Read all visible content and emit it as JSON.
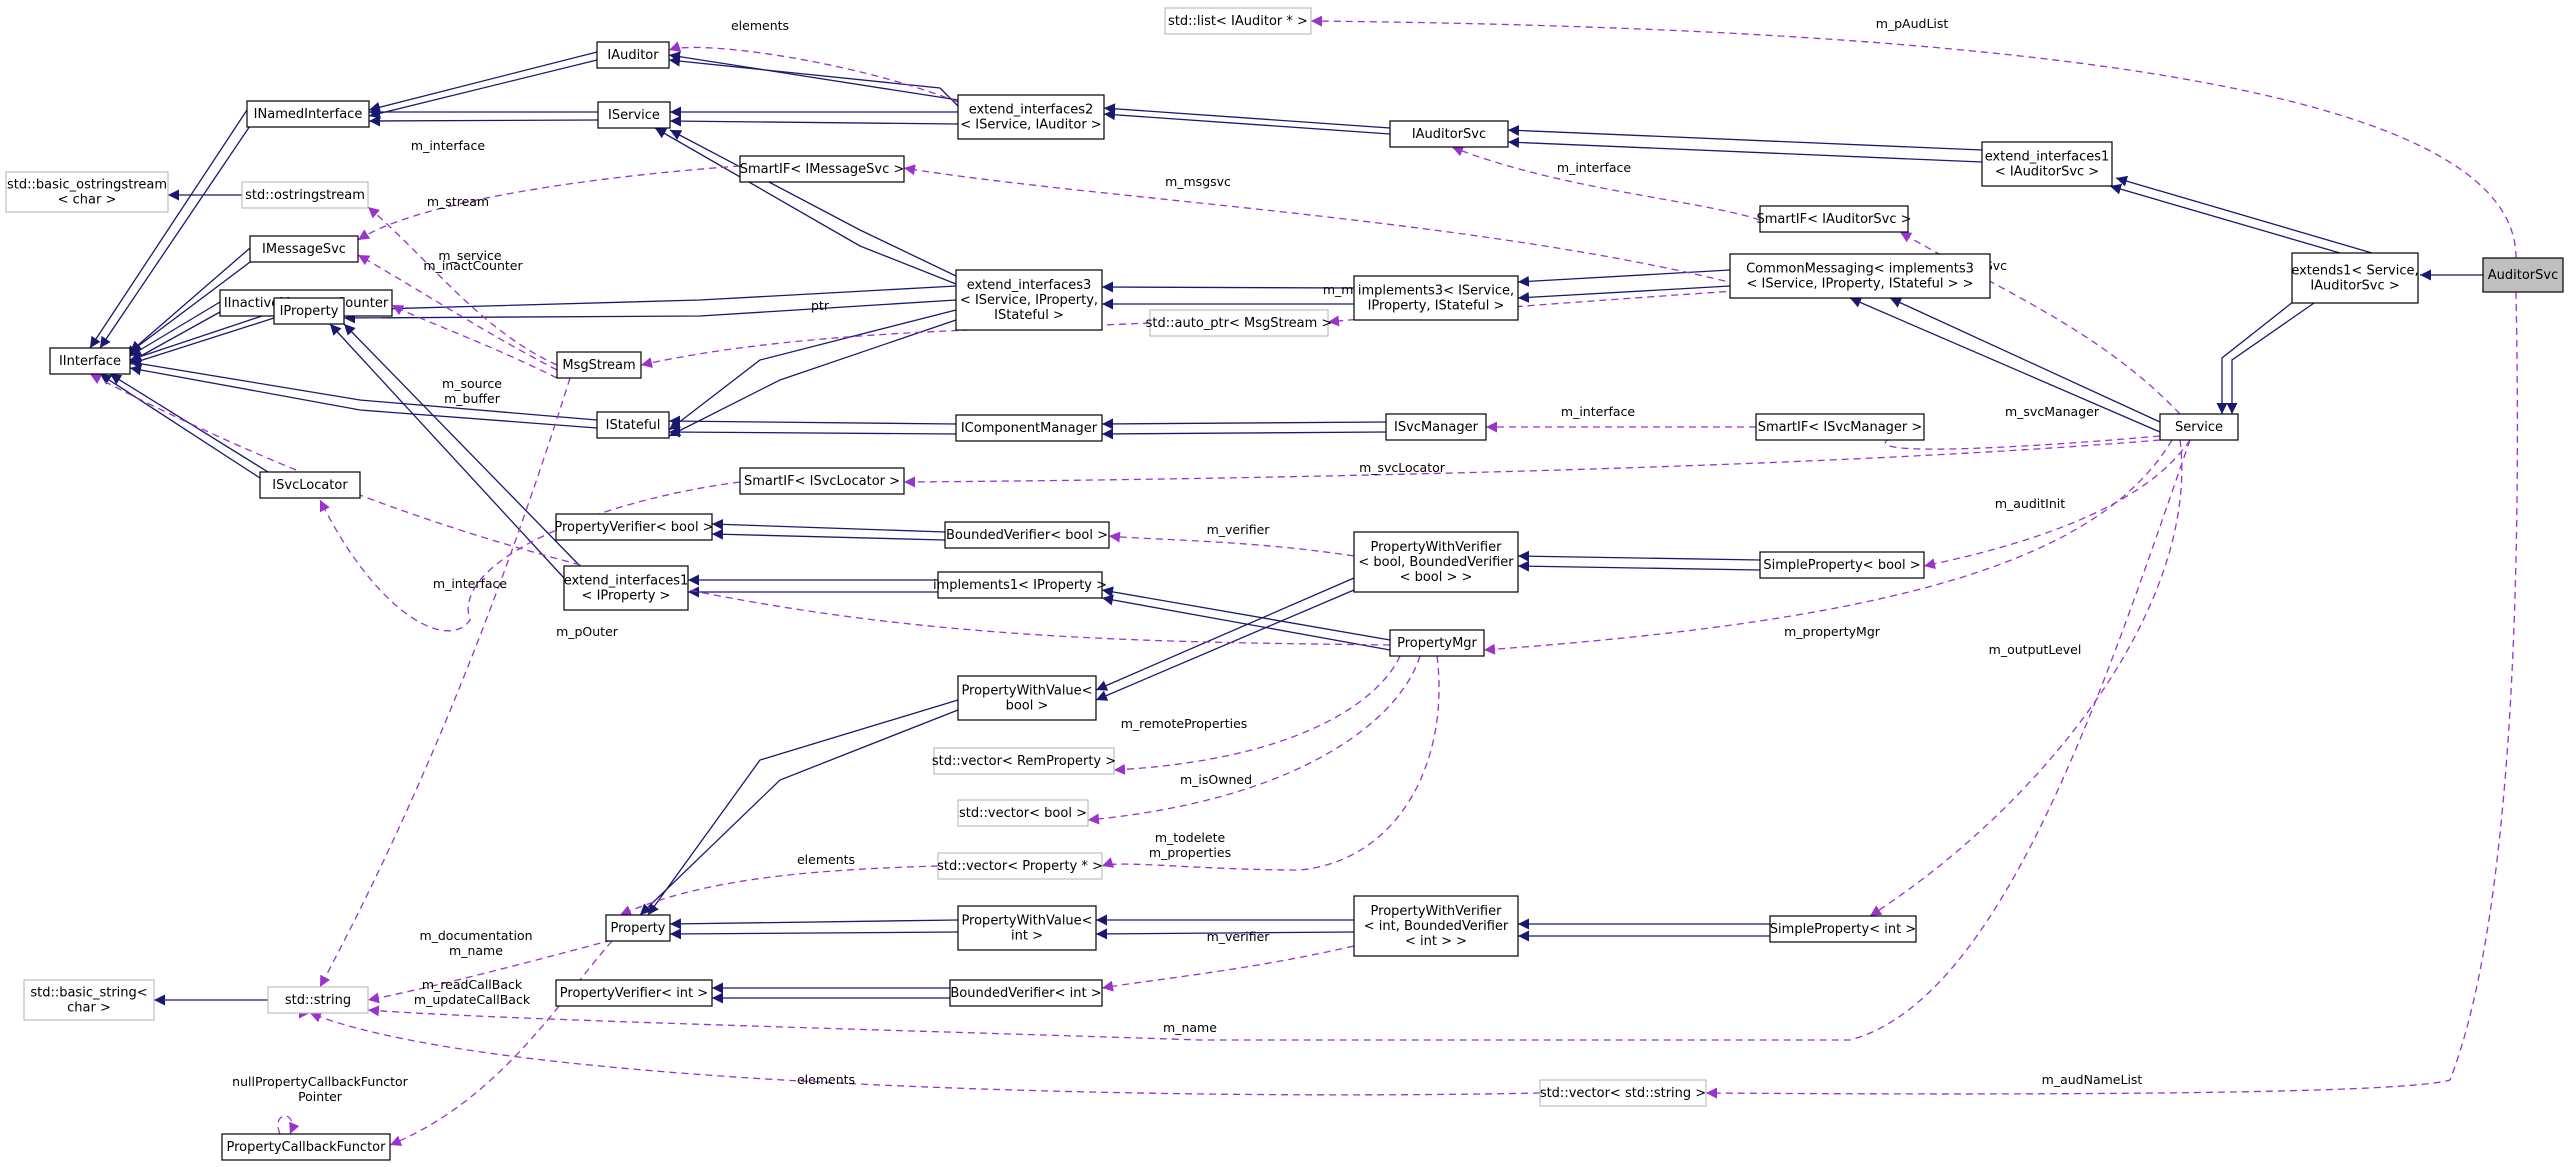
{
  "nodes": {
    "auditor_svc": [
      "AuditorSvc"
    ],
    "extends1": [
      "extends1< Service,",
      "IAuditorSvc >"
    ],
    "extend_interfaces1_top": [
      "extend_interfaces1",
      "< IAuditorSvc >"
    ],
    "smartif_iauditorsvc": [
      "SmartIF< IAuditorSvc >"
    ],
    "iauditorsvc": [
      "IAuditorSvc"
    ],
    "extend_interfaces2": [
      "extend_interfaces2",
      "< IService, IAuditor >"
    ],
    "list_iauditor": [
      "std::list< IAuditor * >"
    ],
    "iauditor": [
      "IAuditor"
    ],
    "iservice": [
      "IService"
    ],
    "inamedinterface": [
      "INamedInterface"
    ],
    "basic_ostringstream": [
      "std::basic_ostringstream",
      "< char >"
    ],
    "ostringstream": [
      "std::ostringstream"
    ],
    "smartif_imessagesvc": [
      "SmartIF< IMessageSvc >"
    ],
    "imessagesvc": [
      "IMessageSvc"
    ],
    "iinactivemessagecounter": [
      "IInactiveMessageCounter"
    ],
    "iinterface": [
      "IInterface"
    ],
    "iproperty": [
      "IProperty"
    ],
    "msgstream": [
      "MsgStream"
    ],
    "extend_interfaces3": [
      "extend_interfaces3",
      "< IService, IProperty,",
      "IStateful >"
    ],
    "implements3": [
      "implements3< IService,",
      "IProperty, IStateful >"
    ],
    "commonmessaging": [
      "CommonMessaging< implements3",
      "< IService, IProperty, IStateful > >"
    ],
    "auto_ptr": [
      "std::auto_ptr< MsgStream >"
    ],
    "istateful": [
      "IStateful"
    ],
    "icomponentmanager": [
      "IComponentManager"
    ],
    "isvcmanager": [
      "ISvcManager"
    ],
    "smartif_isvcmanager": [
      "SmartIF< ISvcManager >"
    ],
    "service": [
      "Service"
    ],
    "isvclocator": [
      "ISvcLocator"
    ],
    "smartif_isvclocator": [
      "SmartIF< ISvcLocator >"
    ],
    "propertyverifier_bool": [
      "PropertyVerifier< bool >"
    ],
    "boundedverifier_bool": [
      "BoundedVerifier< bool >"
    ],
    "propertywithverifier_bool": [
      "PropertyWithVerifier",
      "< bool, BoundedVerifier",
      "< bool > >"
    ],
    "simpleproperty_bool": [
      "SimpleProperty< bool >"
    ],
    "extend_interfaces1_iprop": [
      "extend_interfaces1",
      "< IProperty >"
    ],
    "implements1": [
      "implements1< IProperty >"
    ],
    "propertymgr": [
      "PropertyMgr"
    ],
    "propertywithvalue_bool": [
      "PropertyWithValue<",
      "bool >"
    ],
    "vector_remproperty": [
      "std::vector< RemProperty >"
    ],
    "vector_bool": [
      "std::vector< bool >"
    ],
    "vector_property": [
      "std::vector< Property * >"
    ],
    "property": [
      "Property"
    ],
    "propertywithvalue_int": [
      "PropertyWithValue<",
      "int >"
    ],
    "propertywithverifier_int": [
      "PropertyWithVerifier",
      "< int, BoundedVerifier",
      "< int > >"
    ],
    "simpleproperty_int": [
      "SimpleProperty< int >"
    ],
    "basic_string": [
      "std::basic_string<",
      "char >"
    ],
    "string": [
      "std::string"
    ],
    "propertyverifier_int": [
      "PropertyVerifier< int >"
    ],
    "boundedverifier_int": [
      "BoundedVerifier< int >"
    ],
    "vector_string": [
      "std::vector< std::string >"
    ],
    "propertycallbackfunctor": [
      "PropertyCallbackFunctor"
    ]
  },
  "edge_labels": {
    "m_pAudList": [
      "m_pAudList"
    ],
    "elements_audlist": [
      "elements"
    ],
    "m_interface_auditorsvc": [
      "m_interface"
    ],
    "m_pAuditorSvc": [
      "m_pAuditorSvc"
    ],
    "m_msgsvc": [
      "m_msgsvc"
    ],
    "m_interface_msgsvc": [
      "m_interface"
    ],
    "m_stream": [
      "m_stream"
    ],
    "m_service": [
      "m_service"
    ],
    "m_inactCounter": [
      "m_inactCounter"
    ],
    "m_source_buffer": [
      "m_source",
      "m_buffer"
    ],
    "ptr": [
      "ptr"
    ],
    "m_msgStream": [
      "m_msgStream"
    ],
    "m_interface_svcmanager": [
      "m_interface"
    ],
    "m_svcManager": [
      "m_svcManager"
    ],
    "m_svcLocator": [
      "m_svcLocator"
    ],
    "m_verifier_bool": [
      "m_verifier"
    ],
    "m_auditInit": [
      "m_auditInit"
    ],
    "m_interface_svclocator": [
      "m_interface"
    ],
    "m_pOuter": [
      "m_pOuter"
    ],
    "m_propertyMgr": [
      "m_propertyMgr"
    ],
    "m_outputLevel": [
      "m_outputLevel"
    ],
    "m_remoteProperties": [
      "m_remoteProperties"
    ],
    "m_isOwned": [
      "m_isOwned"
    ],
    "m_todelete_properties": [
      "m_todelete",
      "m_properties"
    ],
    "elements_props": [
      "elements"
    ],
    "m_documentation_name": [
      "m_documentation",
      "m_name"
    ],
    "m_readCallBack": [
      "m_readCallBack",
      "m_updateCallBack"
    ],
    "m_verifier_int": [
      "m_verifier"
    ],
    "m_name_service": [
      "m_name"
    ],
    "elements_strings": [
      "elements"
    ],
    "m_audNameList": [
      "m_audNameList"
    ],
    "nullPointer": [
      "nullPropertyCallbackFunctor",
      "Pointer"
    ]
  },
  "colors": {
    "inheritance_edge": "#191970",
    "usage_edge": "#9a32cd",
    "external_node_border": "#bfbfbf",
    "highlighted_node_fill": "#bfbfbf"
  }
}
